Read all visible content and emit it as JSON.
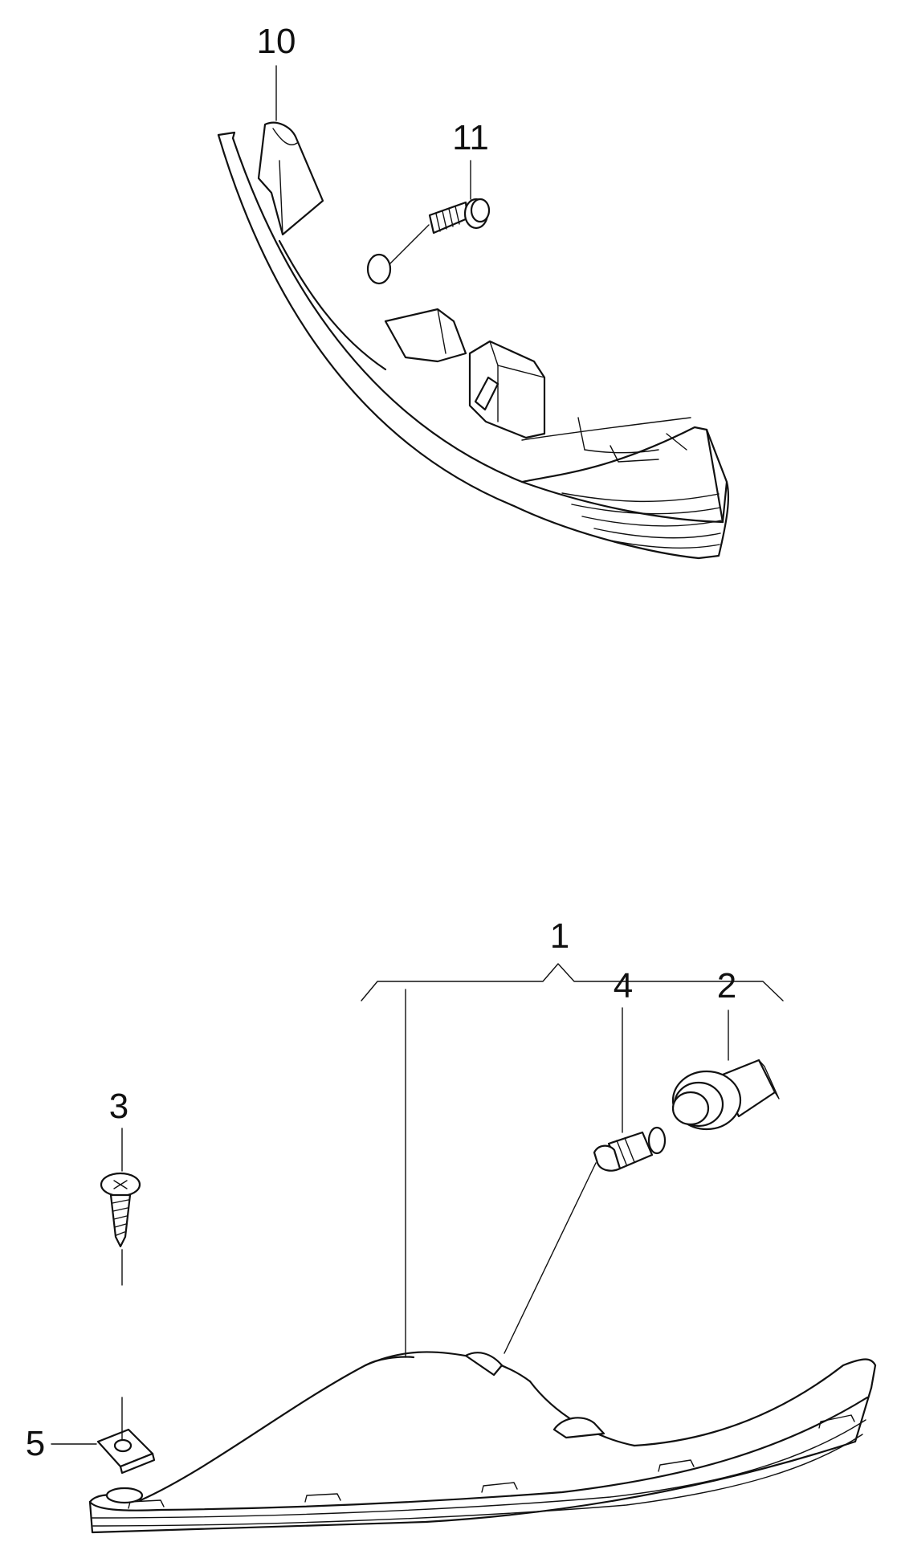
{
  "callouts": {
    "c1": "1",
    "c2": "2",
    "c3": "3",
    "c4": "4",
    "c5": "5",
    "c10": "10",
    "c11": "11"
  },
  "colors": {
    "line": "#111111",
    "background": "#ffffff"
  }
}
